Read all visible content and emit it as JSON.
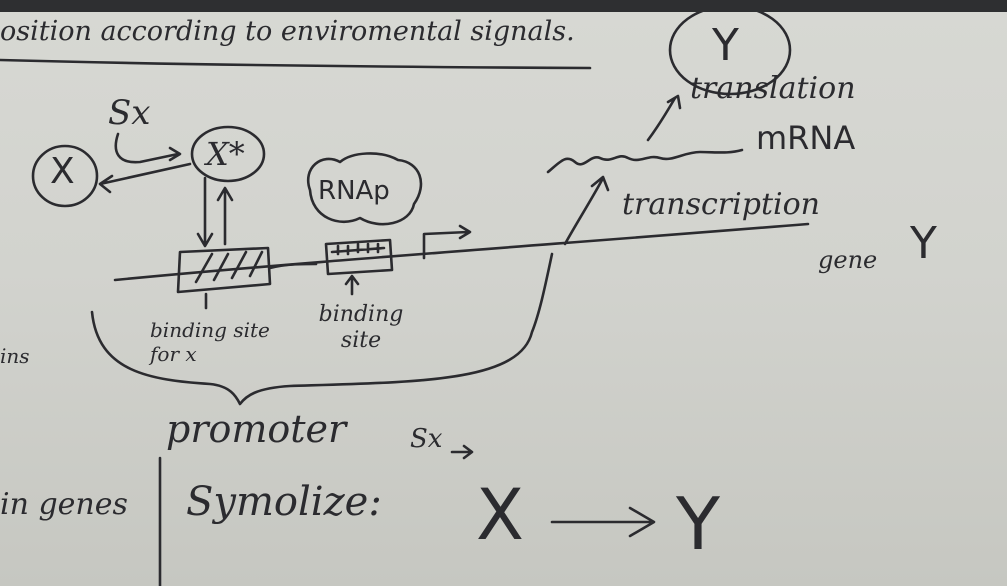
{
  "board": {
    "header_line": "osition according to enviromental signals.",
    "circle_y": "Y",
    "translation": "translation",
    "mrna": "mRNA",
    "transcription": "transcription",
    "gene_label": "gene",
    "gene_y": "Y",
    "sx": "Sx",
    "node_x": "X",
    "node_xstar": "X*",
    "rnap": "RNAp",
    "binding_site_x": "binding site for x",
    "binding_site_rnap": "binding site",
    "promoter": "promoter",
    "left_fragment": "ins",
    "bottom_left": "in genes",
    "symbolize": "Symolize:",
    "sx_small": "Sx",
    "arrow_x": "X",
    "arrow_y": "Y"
  }
}
